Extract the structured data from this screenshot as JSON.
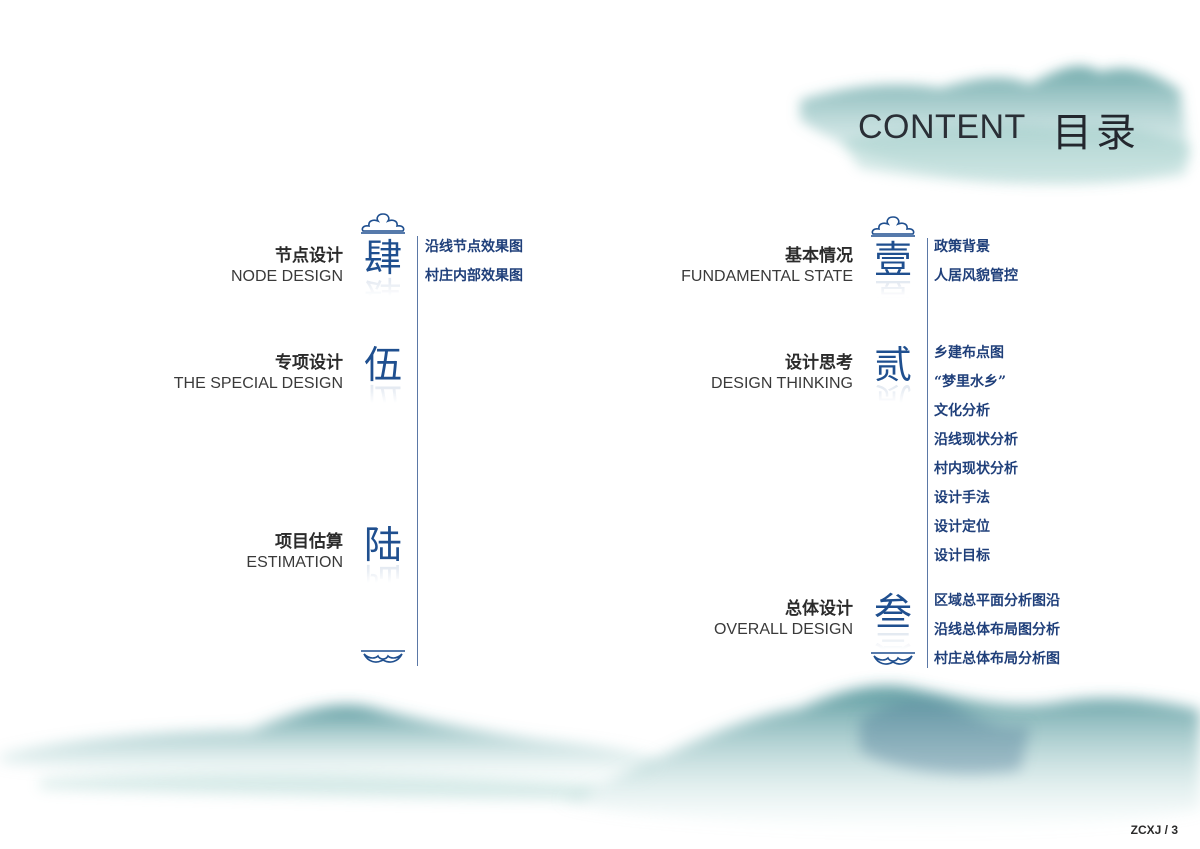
{
  "header": {
    "title_en": "CONTENT",
    "title_cn": "目录"
  },
  "left_sections": [
    {
      "cn": "节点设计",
      "en": "NODE DESIGN",
      "numeral": "肆",
      "items": [
        "沿线节点效果图",
        "村庄内部效果图"
      ]
    },
    {
      "cn": "专项设计",
      "en": "THE SPECIAL DESIGN",
      "numeral": "伍",
      "items": []
    },
    {
      "cn": "项目估算",
      "en": "ESTIMATION",
      "numeral": "陆",
      "items": []
    }
  ],
  "right_sections": [
    {
      "cn": "基本情况",
      "en": "FUNDAMENTAL STATE",
      "numeral": "壹",
      "items": [
        "政策背景",
        "人居风貌管控"
      ]
    },
    {
      "cn": "设计思考",
      "en": "DESIGN THINKING",
      "numeral": "贰",
      "items": [
        "乡建布点图",
        "“梦里水乡”",
        "文化分析",
        "沿线现状分析",
        "村内现状分析",
        "设计手法",
        "设计定位",
        "设计目标"
      ]
    },
    {
      "cn": "总体设计",
      "en": "OVERALL DESIGN",
      "numeral": "叁",
      "items": [
        "区域总平面分析图沿",
        "沿线总体布局图分析",
        "村庄总体布局分析图"
      ]
    }
  ],
  "footer": {
    "page_label": "ZCXJ / 3"
  },
  "colors": {
    "accent": "#1f4f8f",
    "ink_mountain": "#5fa6a6",
    "text": "#2b2b2b"
  }
}
